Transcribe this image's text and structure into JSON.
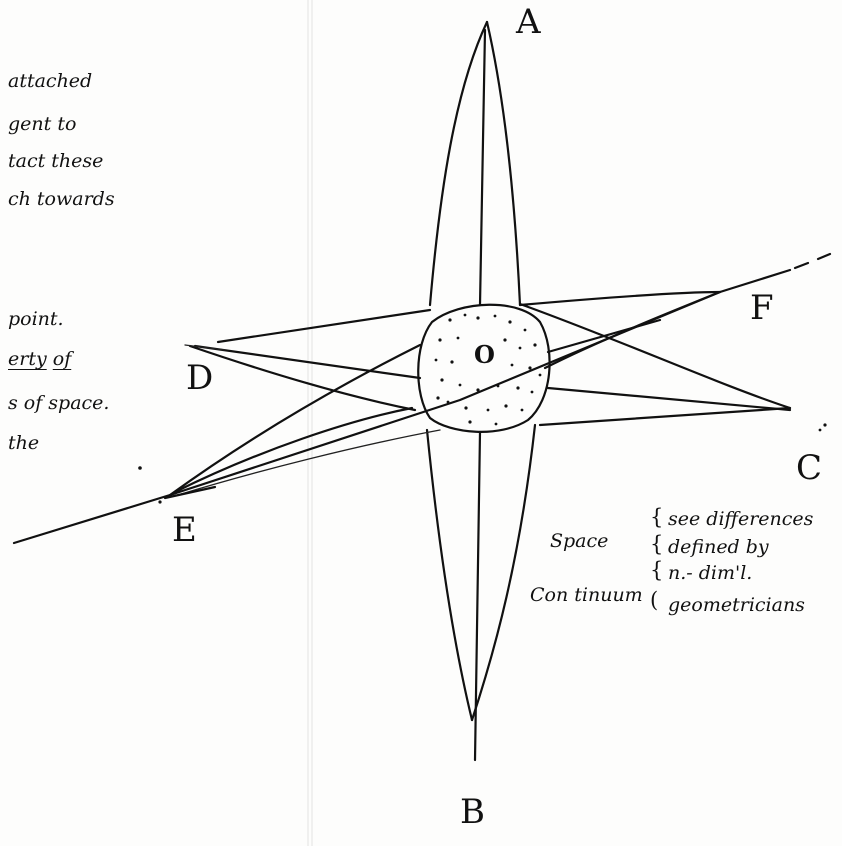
{
  "left_margin_note": {
    "lines": [
      "attached",
      "gent to",
      "tact these",
      "ch towards"
    ],
    "lines2": [
      "point.",
      "erty",
      "of",
      "s of space.",
      "the"
    ]
  },
  "diagram": {
    "points": {
      "a": "A",
      "b": "B",
      "c": "C",
      "d": "D",
      "e": "E",
      "f": "F",
      "o": "O"
    },
    "space_label": "Space",
    "continuum_label": "Con tinuum",
    "notes": [
      "see differences",
      "defined by",
      "n.- dim'l.",
      "geometricians"
    ]
  }
}
